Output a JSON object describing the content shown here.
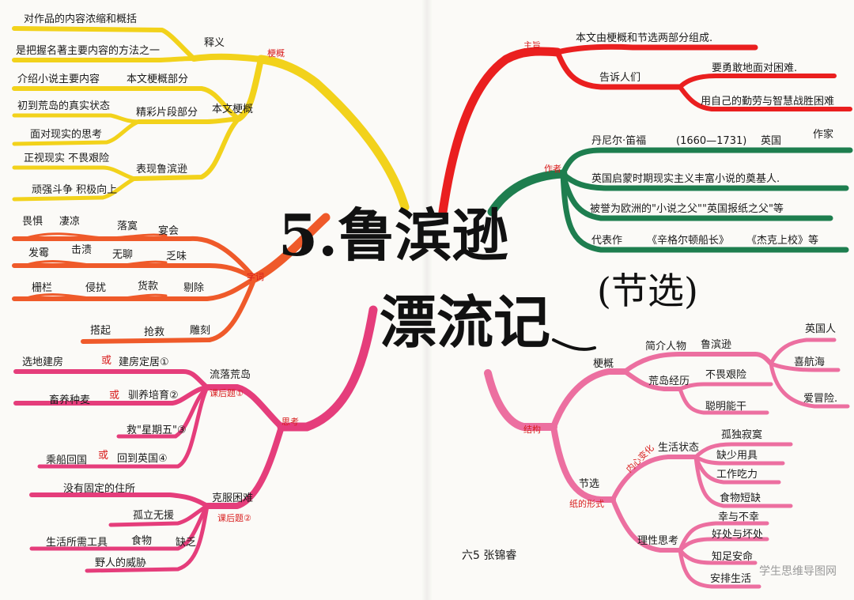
{
  "title": {
    "line1": "5.鲁滨逊",
    "line2": "漂流记",
    "suffix": "(节选)"
  },
  "author_credit": "六5 张锦睿",
  "watermark": "学生思维导图网",
  "colors": {
    "yellow": "#f2d21b",
    "orange": "#ef5a2a",
    "magenta": "#e53d7b",
    "red": "#ea1f1f",
    "green": "#1e7e4f",
    "pink": "#ec6fa0",
    "tag": "#d81e1e"
  },
  "yellow_branch": {
    "tag": "梗概",
    "shiyi": "释义",
    "shiyi_items": [
      "对作品的内容浓缩和概括",
      "是把握名著主要内容的方法之一"
    ],
    "benwen": "本文梗概",
    "benwen_items": [
      "介绍小说主要内容",
      "本文梗概部分",
      "精彩片段部分"
    ],
    "jingcai_items": [
      "初到荒岛的真实状态",
      "面对现实的思考"
    ],
    "biaoxian": "表现鲁滨逊",
    "biaoxian_items": [
      "正视现实 不畏艰险",
      "顽强斗争 积极向上"
    ]
  },
  "orange_branch": {
    "tag": "字词",
    "row1": [
      "畏惧",
      "凄凉",
      "落寞",
      "宴会"
    ],
    "row2": [
      "发霉",
      "击溃",
      "无聊",
      "乏味"
    ],
    "row3": [
      "栅栏",
      "侵扰",
      "货款",
      "剔除"
    ],
    "row4": [
      "搭起",
      "抢救",
      "雕刻"
    ]
  },
  "magenta_branch": {
    "tag": "思考",
    "q1": "流落荒岛",
    "q1_tag": "课后题①",
    "q1_items": [
      "选地建房",
      "或",
      "建房定居①",
      "畜养种麦",
      "或",
      "驯养培育②",
      "救\"星期五\"③",
      "乘船回国",
      "或",
      "回到英国④"
    ],
    "q2": "克服困难",
    "q2_tag": "课后题②",
    "q2_items": [
      "没有固定的住所",
      "孤立无援",
      "生活所需工具",
      "食物",
      "缺乏",
      "野人的威胁"
    ]
  },
  "red_branch": {
    "tag": "主旨",
    "items": [
      "本文由梗概和节选两部分组成.",
      "告诉人们",
      "要勇敢地面对困难.",
      "用自己的勤劳与智慧战胜困难"
    ]
  },
  "green_branch": {
    "tag": "作者",
    "name": "丹尼尔·笛福",
    "years": "(1660—1731)",
    "country": "英国",
    "role": "作家",
    "items": [
      "英国启蒙时期现实主义丰富小说的奠基人.",
      "被誉为欧洲的\"小说之父\"\"英国报纸之父\"等",
      "代表作",
      "《辛格尔顿船长》",
      "《杰克上校》等"
    ]
  },
  "pink_branch": {
    "tag": "结构",
    "genggai": "梗概",
    "jianjie": "简介人物",
    "person": "鲁滨逊",
    "person_traits": [
      "英国人",
      "喜航海",
      "爱冒险."
    ],
    "huangdao": "荒岛经历",
    "huangdao_items": [
      "不畏艰险",
      "聪明能干"
    ],
    "jiexuan": "节选",
    "jiexuan_tag": "纸的形式",
    "inner_tag": "内心变化",
    "shenghuo": "生活状态",
    "shenghuo_items": [
      "孤独寂寞",
      "缺少用具",
      "工作吃力",
      "食物短缺"
    ],
    "lixing": "理性思考",
    "lixing_items": [
      "幸与不幸",
      "好处与坏处",
      "知足安命",
      "安排生活"
    ]
  }
}
